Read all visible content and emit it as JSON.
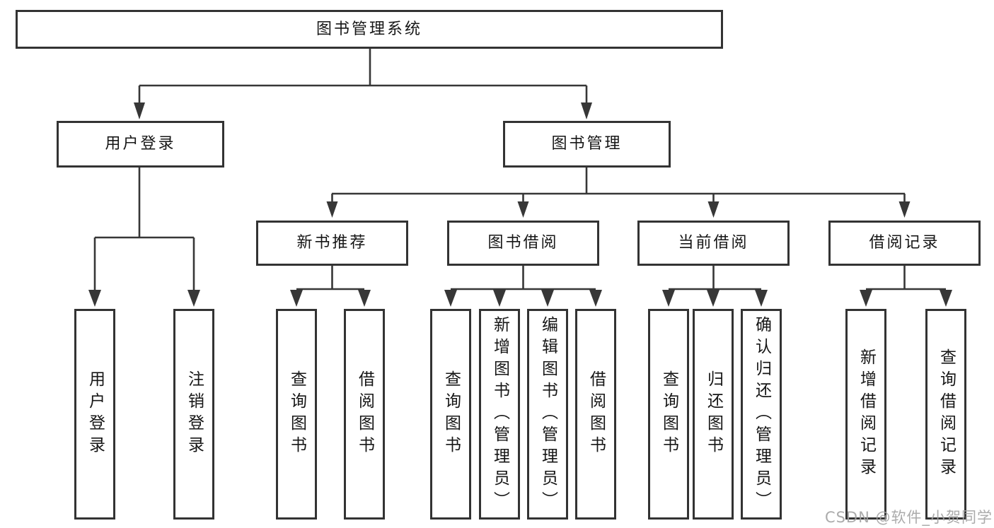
{
  "nodes": {
    "root": "图书管理系统",
    "user_login": "用户登录",
    "book_management": "图书管理",
    "new_book_recommend": "新书推荐",
    "book_borrow": "图书借阅",
    "current_borrow": "当前借阅",
    "borrow_record": "借阅记录",
    "ul_user_login": "用户登录",
    "ul_logout": "注销登录",
    "nb_query_book": "查询图书",
    "nb_borrow_book": "借阅图书",
    "bb_query_book": "查询图书",
    "bb_add_book": "新增图书（管理员）",
    "bb_edit_book": "编辑图书（管理员）",
    "bb_borrow_book": "借阅图书",
    "cb_query_book": "查询图书",
    "cb_return_book": "归还图书",
    "cb_confirm_return": "确认归还（管理员）",
    "br_add_record": "新增借阅记录",
    "br_query_record": "查询借阅记录"
  },
  "hierarchy": {
    "图书管理系统": [
      "用户登录",
      "图书管理"
    ],
    "用户登录": [
      "用户登录",
      "注销登录"
    ],
    "图书管理": [
      "新书推荐",
      "图书借阅",
      "当前借阅",
      "借阅记录"
    ],
    "新书推荐": [
      "查询图书",
      "借阅图书"
    ],
    "图书借阅": [
      "查询图书",
      "新增图书（管理员）",
      "编辑图书（管理员）",
      "借阅图书"
    ],
    "当前借阅": [
      "查询图书",
      "归还图书",
      "确认归还（管理员）"
    ],
    "借阅记录": [
      "新增借阅记录",
      "查询借阅记录"
    ]
  },
  "colors": {
    "box_border": "#333333",
    "connector_line": "#373737",
    "text": "#161616",
    "watermark": "#a3a3a3",
    "background": "#ffffff"
  },
  "watermark": "CSDN @软件_小贺同学"
}
